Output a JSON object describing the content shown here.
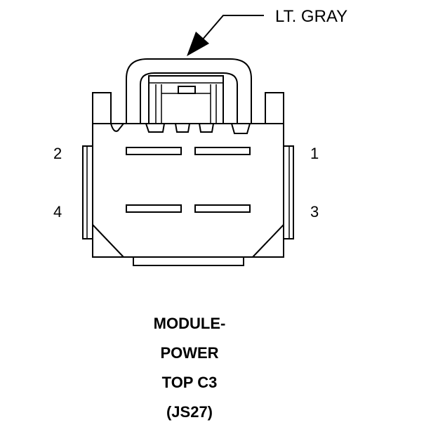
{
  "callout": {
    "label": "LT. GRAY"
  },
  "pins": {
    "pin1": "1",
    "pin2": "2",
    "pin3": "3",
    "pin4": "4"
  },
  "title": {
    "line1": "MODULE-",
    "line2": "POWER",
    "line3": "TOP C3",
    "line4": "(JS27)"
  }
}
